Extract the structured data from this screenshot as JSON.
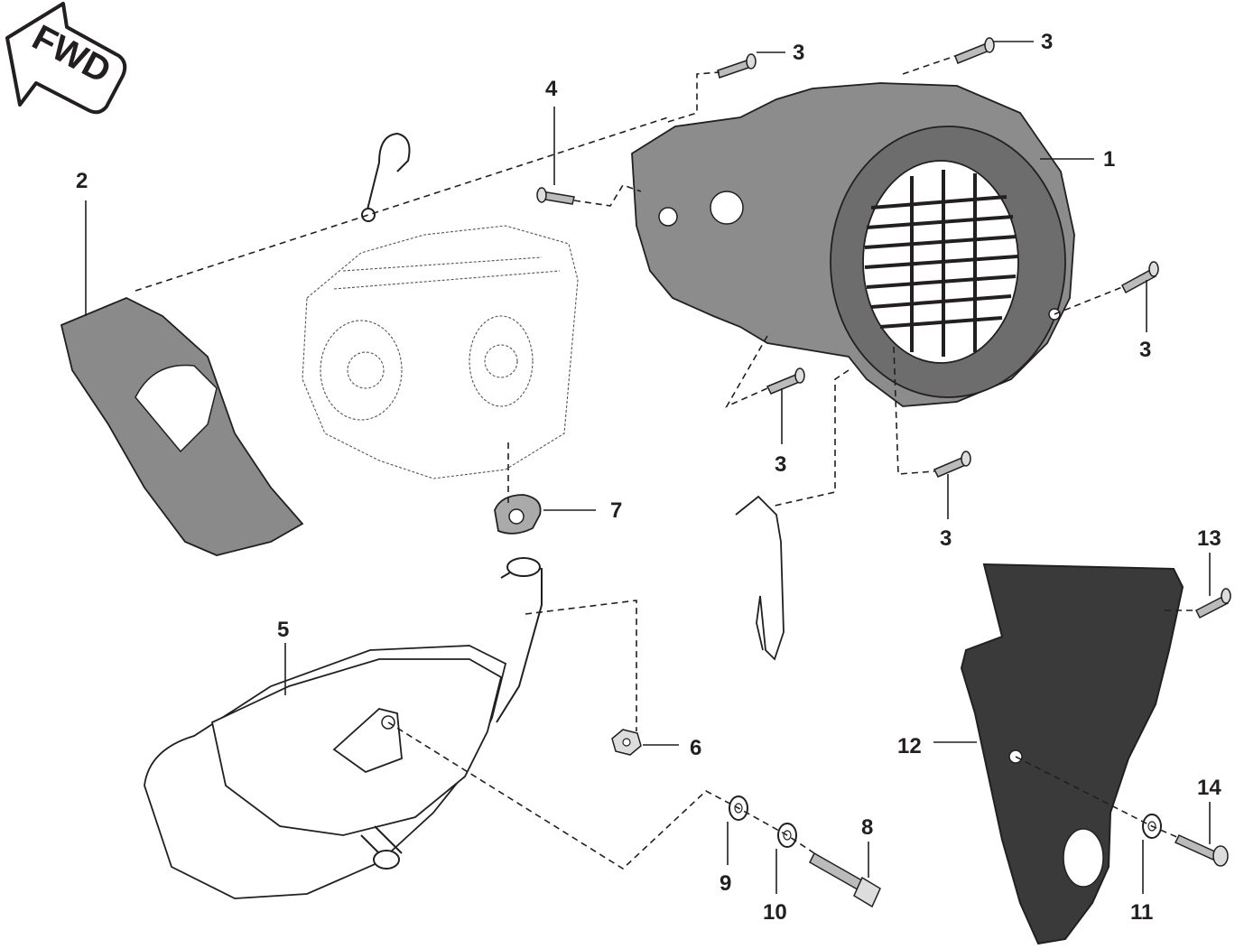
{
  "fwd_label": "FWD",
  "callouts": [
    {
      "id": "c1",
      "text": "1"
    },
    {
      "id": "c2",
      "text": "2"
    },
    {
      "id": "c3a",
      "text": "3"
    },
    {
      "id": "c3b",
      "text": "3"
    },
    {
      "id": "c3c",
      "text": "3"
    },
    {
      "id": "c3d",
      "text": "3"
    },
    {
      "id": "c3e",
      "text": "3"
    },
    {
      "id": "c4",
      "text": "4"
    },
    {
      "id": "c5",
      "text": "5"
    },
    {
      "id": "c6",
      "text": "6"
    },
    {
      "id": "c7",
      "text": "7"
    },
    {
      "id": "c8",
      "text": "8"
    },
    {
      "id": "c9",
      "text": "9"
    },
    {
      "id": "c10",
      "text": "10"
    },
    {
      "id": "c11",
      "text": "11"
    },
    {
      "id": "c12",
      "text": "12"
    },
    {
      "id": "c13",
      "text": "13"
    },
    {
      "id": "c14",
      "text": "14"
    }
  ],
  "colors": {
    "line": "#231f20",
    "shroud_fill": "#8a8a8a",
    "shroud_dark": "#5c5c5c",
    "guard_fill": "#3a3a3a",
    "ink": "#231f20"
  }
}
